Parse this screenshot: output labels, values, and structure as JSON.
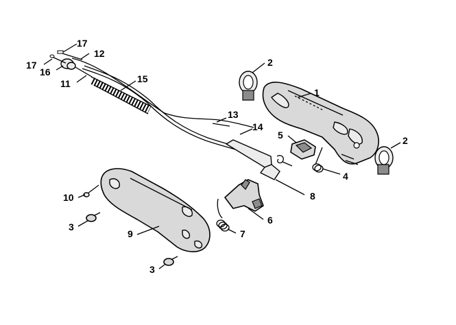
{
  "callouts": {
    "c1": "1",
    "c2a": "2",
    "c2b": "2",
    "c3a": "3",
    "c3b": "3",
    "c4": "4",
    "c5": "5",
    "c6": "6",
    "c7": "7",
    "c8": "8",
    "c9": "9",
    "c10": "10",
    "c11": "11",
    "c12": "12",
    "c13": "13",
    "c14": "14",
    "c15": "15",
    "c16": "16",
    "c17a": "17",
    "c17b": "17"
  }
}
